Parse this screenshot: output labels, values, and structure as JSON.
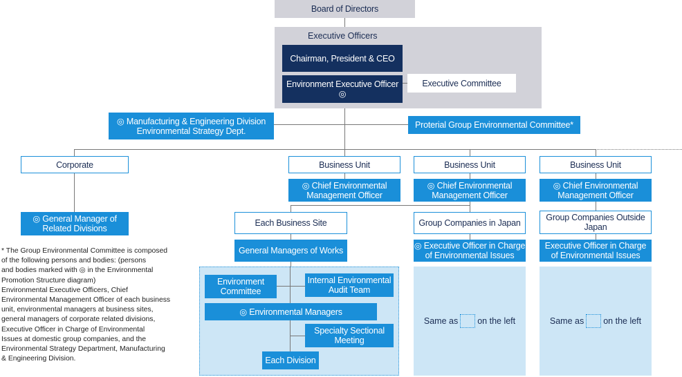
{
  "board": "Board of Directors",
  "exec_officers": {
    "title": "Executive Officers",
    "chairman": "Chairman, President & CEO",
    "env_exec_officer": "Environment Executive Officer ◎",
    "exec_committee": "Executive Committee"
  },
  "mfg_division": {
    "line1": "◎ Manufacturing & Engineering Division",
    "line2": "Environmental Strategy Dept."
  },
  "group_committee": "Proterial Group Environmental Committee*",
  "corporate": {
    "label": "Corporate",
    "gm_line1": "◎ General Manager of",
    "gm_line2": "Related Divisions"
  },
  "business_units": [
    {
      "label": "Business Unit",
      "officer_line1": "◎ Chief Environmental",
      "officer_line2": "Management Officer"
    },
    {
      "label": "Business Unit",
      "officer_line1": "◎ Chief Environmental",
      "officer_line2": "Management Officer"
    },
    {
      "label": "Business Unit",
      "officer_line1": "◎ Chief Environmental",
      "officer_line2": "Management Officer"
    }
  ],
  "each_site": {
    "label": "Each Business Site",
    "gm_works": "General Managers of Works",
    "env_committee_line1": "Environment",
    "env_committee_line2": "Committee",
    "audit_line1": "Internal Environmental",
    "audit_line2": "Audit Team",
    "env_managers": "◎ Environmental Managers",
    "specialty_line1": "Specialty Sectional",
    "specialty_line2": "Meeting",
    "each_division": "Each Division"
  },
  "group_japan": {
    "label": "Group Companies in Japan",
    "officer_line1": "◎ Executive Officer in Charge",
    "officer_line2": "of Environmental Issues",
    "same_before": "Same as",
    "same_after": "on the left"
  },
  "group_outside": {
    "label_line1": "Group Companies Outside",
    "label_line2": "Japan",
    "officer_line1": "Executive Officer in Charge",
    "officer_line2": "of Environmental Issues",
    "same_before": "Same as",
    "same_after": "on the left"
  },
  "footnote": [
    "* The Group Environmental Committee is composed",
    "of the following persons and bodies: (persons",
    "and bodies marked with ◎ in the Environmental",
    "Promotion Structure diagram)",
    "Environmental Executive Officers, Chief",
    "Environmental Management Officer of each business",
    "unit, environmental managers at business sites,",
    "general managers of corporate related divisions,",
    "Executive Officer in Charge of Environmental",
    "Issues at domestic group companies, and the",
    "Environmental Strategy Department, Manufacturing",
    "& Engineering Division."
  ]
}
